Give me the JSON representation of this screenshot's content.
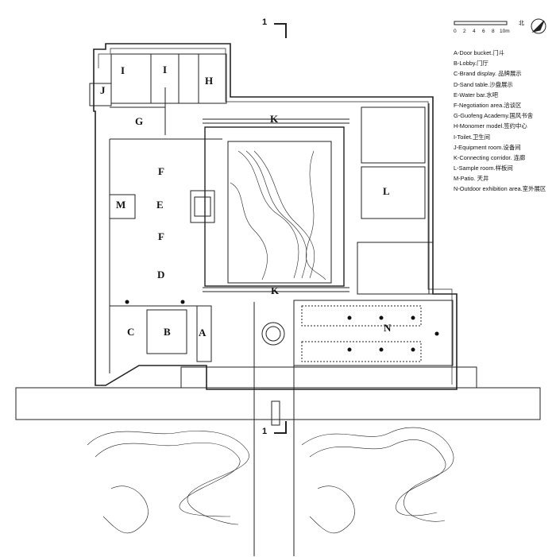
{
  "section_marker": {
    "top": "1",
    "bottom": "1"
  },
  "north_label": "北",
  "scale": {
    "ticks": [
      "0",
      "2",
      "4",
      "6",
      "8",
      "10m"
    ]
  },
  "legend": [
    "A-Door bucket.门斗",
    "B-Lobby.门厅",
    "C-Brand display. 品牌展示",
    "D-Sand table.沙盘展示",
    "E-Water bar.水吧",
    "F-Negotiation area.洽谈区",
    "G-Guofeng Academy.国风书舍",
    "H-Monomer model.签约中心",
    "I-Toilet.卫生间",
    "J-Equipment room.设备间",
    "K-Connecting corridor. 连廊",
    "L-Sample room.样板间",
    "M-Patio. 天井",
    "N-Outdoor exhibition area.室外展区"
  ],
  "rooms": {
    "A": "A",
    "B": "B",
    "C": "C",
    "D": "D",
    "E": "E",
    "F1": "F",
    "F2": "F",
    "G": "G",
    "H": "H",
    "I1": "I",
    "I2": "I",
    "J": "J",
    "K1": "K",
    "K2": "K",
    "L": "L",
    "M": "M",
    "N": "N"
  }
}
